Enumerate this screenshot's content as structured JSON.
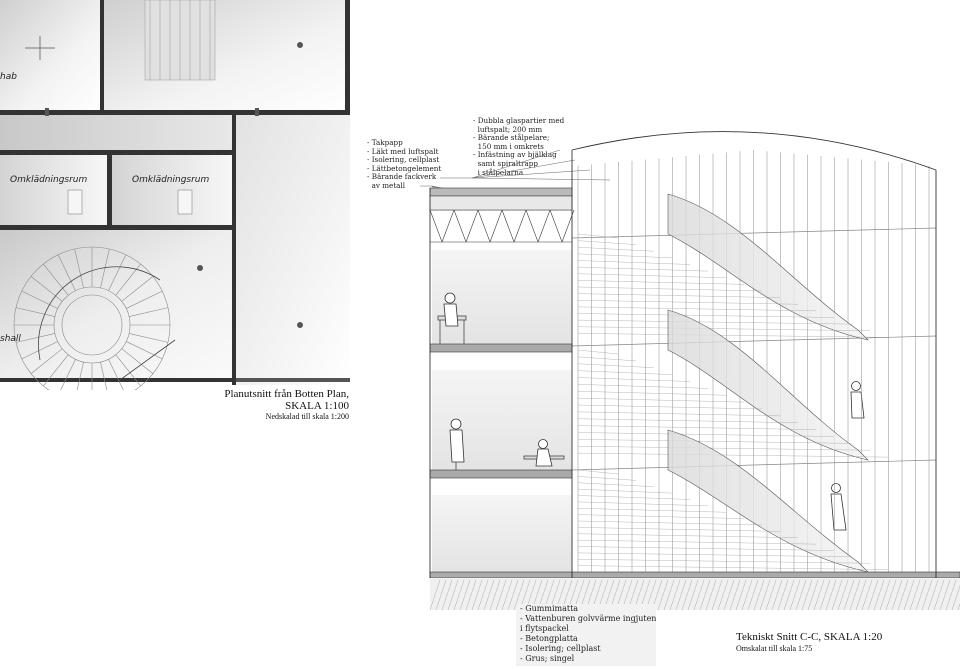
{
  "plan": {
    "room_partial_top": "hab",
    "room_left": "Omklädningsrum",
    "room_right": "Omklädningsrum",
    "room_partial_bottom": "shall",
    "caption_line1": "Planutsnitt från Botten Plan,",
    "caption_line2": "SKALA 1:100",
    "caption_line3": "Nedskalad till skala 1:200"
  },
  "roof_notes": [
    "- Takpapp",
    "- Läkt med luftspalt",
    "- Isolering, cellplast",
    "- Lättbetongelement",
    "- Bärande fackverk",
    "  av metall"
  ],
  "facade_notes": [
    "- Dubbla glaspartier med",
    "  luftspalt; 200 mm",
    "- Bärande stålpelare;",
    "  150 mm i omkrets",
    "- Infästning av bjälklag",
    "  samt spiraltrapp",
    "  i stålpelarna"
  ],
  "floor_notes": [
    "- Gummimatta",
    "- Vattenburen golvvärme ingjuten",
    "  i flytspackel",
    "- Betongplatta",
    "- Isolering; cellplast",
    "- Grus; singel"
  ],
  "section": {
    "title": "Tekniskt Snitt C-C, SKALA 1:20",
    "subtitle": "Omskalat till skala 1:75"
  }
}
